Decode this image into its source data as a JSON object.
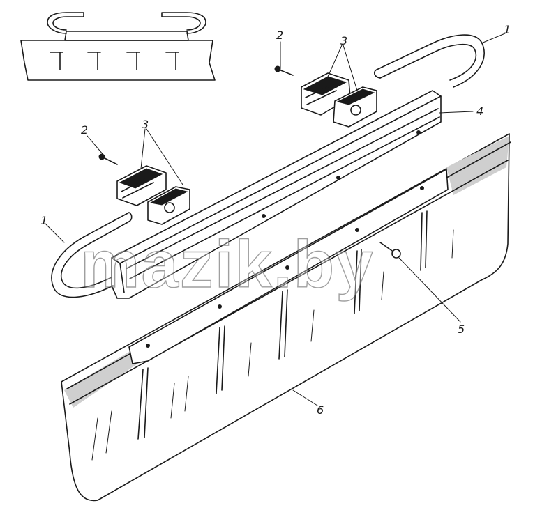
{
  "callouts": [
    {
      "id": "callout-1-right",
      "text": "1"
    },
    {
      "id": "callout-1-left",
      "text": "1"
    },
    {
      "id": "callout-2-right",
      "text": "2"
    },
    {
      "id": "callout-2-left",
      "text": "2"
    },
    {
      "id": "callout-3-right",
      "text": "3"
    },
    {
      "id": "callout-3-left",
      "text": "3"
    },
    {
      "id": "callout-4",
      "text": "4"
    },
    {
      "id": "callout-5",
      "text": "5"
    },
    {
      "id": "callout-6",
      "text": "6"
    }
  ],
  "watermark": "mazik.by",
  "colors": {
    "ink": "#1a1a1a",
    "background": "#ffffff"
  }
}
